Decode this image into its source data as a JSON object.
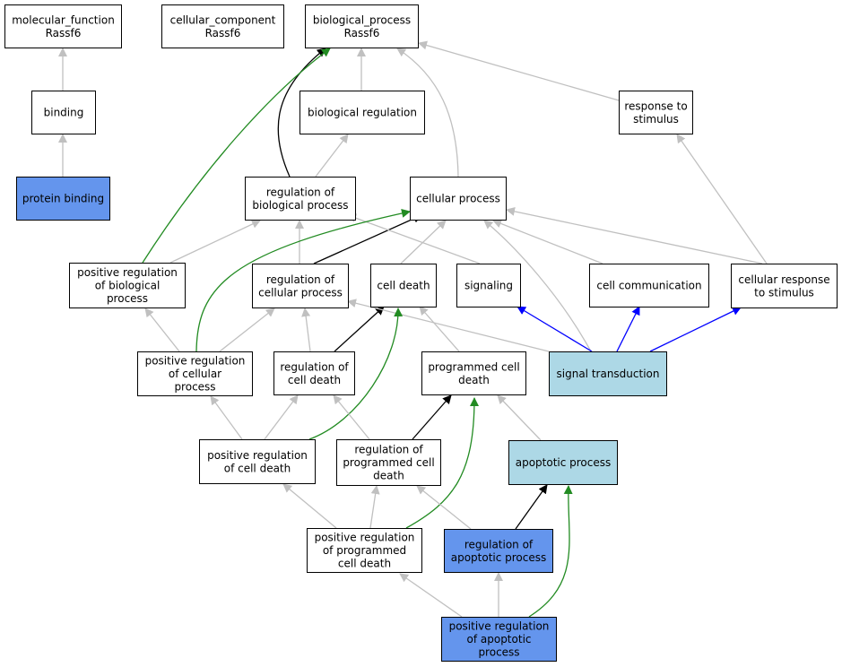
{
  "colors": {
    "node_default": "#ffffff",
    "node_blue": "#6495ed",
    "node_lightblue": "#add8e6",
    "edge_gray": "#c0c0c0",
    "edge_black": "#000000",
    "edge_green": "#228b22",
    "edge_blue": "#0000ff"
  },
  "nodes": {
    "mf": {
      "lines": [
        "molecular_function",
        "Rassf6"
      ],
      "fill": "node_default"
    },
    "cc": {
      "lines": [
        "cellular_component",
        "Rassf6"
      ],
      "fill": "node_default"
    },
    "bp": {
      "lines": [
        "biological_process",
        "Rassf6"
      ],
      "fill": "node_default"
    },
    "binding": {
      "lines": [
        "binding"
      ],
      "fill": "node_default"
    },
    "bioreg": {
      "lines": [
        "biological regulation"
      ],
      "fill": "node_default"
    },
    "resp": {
      "lines": [
        "response to",
        "stimulus"
      ],
      "fill": "node_default"
    },
    "protbind": {
      "lines": [
        "protein binding"
      ],
      "fill": "node_blue"
    },
    "regbio": {
      "lines": [
        "regulation of",
        "biological process"
      ],
      "fill": "node_default"
    },
    "cellproc": {
      "lines": [
        "cellular process"
      ],
      "fill": "node_default"
    },
    "posregbio": {
      "lines": [
        "positive regulation",
        "of biological",
        "process"
      ],
      "fill": "node_default"
    },
    "regcell": {
      "lines": [
        "regulation of",
        "cellular process"
      ],
      "fill": "node_default"
    },
    "celldeath": {
      "lines": [
        "cell death"
      ],
      "fill": "node_default"
    },
    "signaling": {
      "lines": [
        "signaling"
      ],
      "fill": "node_default"
    },
    "cellcomm": {
      "lines": [
        "cell communication"
      ],
      "fill": "node_default"
    },
    "cellresp": {
      "lines": [
        "cellular response",
        "to stimulus"
      ],
      "fill": "node_default"
    },
    "posregcell": {
      "lines": [
        "positive regulation",
        "of cellular",
        "process"
      ],
      "fill": "node_default"
    },
    "regcd": {
      "lines": [
        "regulation of",
        "cell death"
      ],
      "fill": "node_default"
    },
    "pcd": {
      "lines": [
        "programmed cell",
        "death"
      ],
      "fill": "node_default"
    },
    "sigtrans": {
      "lines": [
        "signal transduction"
      ],
      "fill": "node_lightblue"
    },
    "posregcd": {
      "lines": [
        "positive regulation",
        "of cell death"
      ],
      "fill": "node_default"
    },
    "regpcd": {
      "lines": [
        "regulation of",
        "programmed cell",
        "death"
      ],
      "fill": "node_default"
    },
    "apop": {
      "lines": [
        "apoptotic process"
      ],
      "fill": "node_lightblue"
    },
    "posregpcd": {
      "lines": [
        "positive regulation",
        "of programmed",
        "cell death"
      ],
      "fill": "node_default"
    },
    "regapop": {
      "lines": [
        "regulation of",
        "apoptotic process"
      ],
      "fill": "node_blue"
    },
    "posregapop": {
      "lines": [
        "positive regulation",
        "of apoptotic",
        "process"
      ],
      "fill": "node_blue"
    }
  },
  "edges": [
    {
      "from": "binding",
      "to": "mf",
      "color": "edge_gray"
    },
    {
      "from": "protbind",
      "to": "binding",
      "color": "edge_gray"
    },
    {
      "from": "bioreg",
      "to": "bp",
      "color": "edge_gray"
    },
    {
      "from": "resp",
      "to": "bp",
      "color": "edge_gray"
    },
    {
      "from": "cellproc",
      "to": "bp",
      "color": "edge_gray"
    },
    {
      "from": "regbio",
      "to": "bp",
      "color": "edge_black"
    },
    {
      "from": "regbio",
      "to": "bioreg",
      "color": "edge_gray"
    },
    {
      "from": "posregbio",
      "to": "bp",
      "color": "edge_green"
    },
    {
      "from": "posregbio",
      "to": "regbio",
      "color": "edge_gray"
    },
    {
      "from": "regcell",
      "to": "regbio",
      "color": "edge_gray"
    },
    {
      "from": "regcell",
      "to": "cellproc",
      "color": "edge_black"
    },
    {
      "from": "celldeath",
      "to": "cellproc",
      "color": "edge_gray"
    },
    {
      "from": "signaling",
      "to": "regbio",
      "color": "edge_gray"
    },
    {
      "from": "cellcomm",
      "to": "cellproc",
      "color": "edge_gray"
    },
    {
      "from": "cellresp",
      "to": "cellproc",
      "color": "edge_gray"
    },
    {
      "from": "cellresp",
      "to": "resp",
      "color": "edge_gray"
    },
    {
      "from": "posregcell",
      "to": "posregbio",
      "color": "edge_gray"
    },
    {
      "from": "posregcell",
      "to": "regcell",
      "color": "edge_gray"
    },
    {
      "from": "posregcell",
      "to": "cellproc",
      "color": "edge_green"
    },
    {
      "from": "regcd",
      "to": "regcell",
      "color": "edge_gray"
    },
    {
      "from": "regcd",
      "to": "celldeath",
      "color": "edge_black"
    },
    {
      "from": "pcd",
      "to": "celldeath",
      "color": "edge_gray"
    },
    {
      "from": "sigtrans",
      "to": "cellproc",
      "color": "edge_gray"
    },
    {
      "from": "sigtrans",
      "to": "regcell",
      "color": "edge_gray"
    },
    {
      "from": "sigtrans",
      "to": "signaling",
      "color": "edge_blue"
    },
    {
      "from": "sigtrans",
      "to": "cellcomm",
      "color": "edge_blue"
    },
    {
      "from": "sigtrans",
      "to": "cellresp",
      "color": "edge_blue"
    },
    {
      "from": "posregcd",
      "to": "posregcell",
      "color": "edge_gray"
    },
    {
      "from": "posregcd",
      "to": "regcd",
      "color": "edge_gray"
    },
    {
      "from": "posregcd",
      "to": "celldeath",
      "color": "edge_green"
    },
    {
      "from": "regpcd",
      "to": "regcd",
      "color": "edge_gray"
    },
    {
      "from": "regpcd",
      "to": "pcd",
      "color": "edge_black"
    },
    {
      "from": "apop",
      "to": "pcd",
      "color": "edge_gray"
    },
    {
      "from": "posregpcd",
      "to": "posregcd",
      "color": "edge_gray"
    },
    {
      "from": "posregpcd",
      "to": "regpcd",
      "color": "edge_gray"
    },
    {
      "from": "posregpcd",
      "to": "pcd",
      "color": "edge_green"
    },
    {
      "from": "regapop",
      "to": "regpcd",
      "color": "edge_gray"
    },
    {
      "from": "regapop",
      "to": "apop",
      "color": "edge_black"
    },
    {
      "from": "posregapop",
      "to": "posregpcd",
      "color": "edge_gray"
    },
    {
      "from": "posregapop",
      "to": "regapop",
      "color": "edge_gray"
    },
    {
      "from": "posregapop",
      "to": "apop",
      "color": "edge_green"
    }
  ]
}
